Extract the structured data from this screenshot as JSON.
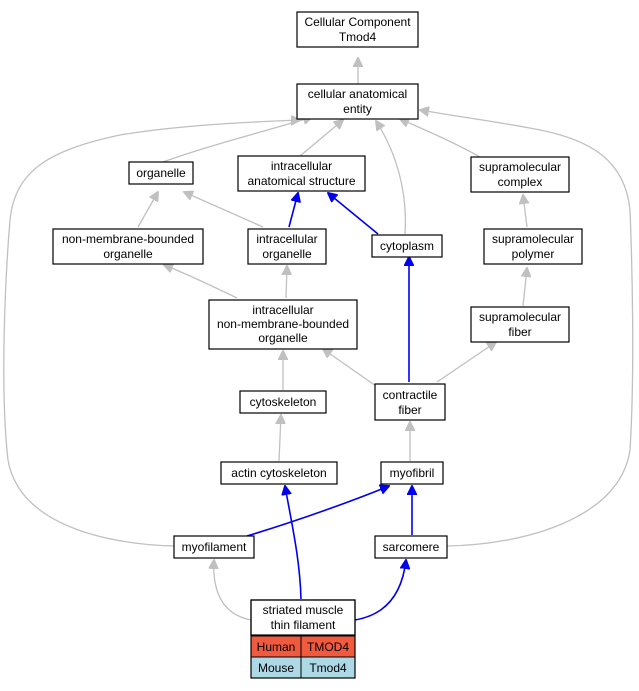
{
  "nodes": {
    "cc_tmod4": [
      "Cellular Component",
      "Tmod4"
    ],
    "cae": [
      "cellular anatomical",
      "entity"
    ],
    "organelle": [
      "organelle"
    ],
    "ias": [
      "intracellular",
      "anatomical structure"
    ],
    "smcomplex": [
      "supramolecular",
      "complex"
    ],
    "nmbo": [
      "non-membrane-bounded",
      "organelle"
    ],
    "io": [
      "intracellular",
      "organelle"
    ],
    "cytoplasm": [
      "cytoplasm"
    ],
    "smpolymer": [
      "supramolecular",
      "polymer"
    ],
    "inmbo": [
      "intracellular",
      "non-membrane-bounded",
      "organelle"
    ],
    "smfiber": [
      "supramolecular",
      "fiber"
    ],
    "cytoskeleton": [
      "cytoskeleton"
    ],
    "cfiber": [
      "contractile",
      "fiber"
    ],
    "actin": [
      "actin cytoskeleton"
    ],
    "myofibril": [
      "myofibril"
    ],
    "myofilament": [
      "myofilament"
    ],
    "sarcomere": [
      "sarcomere"
    ],
    "stf": [
      "striated muscle",
      "thin filament"
    ]
  },
  "orthologs": [
    {
      "species": "Human",
      "gene": "TMOD4",
      "color": "#f05a3f"
    },
    {
      "species": "Mouse",
      "gene": "Tmod4",
      "color": "#add8e6"
    }
  ],
  "edge_colors": {
    "is_a": "#c0c0c0",
    "part_of": "#0000ee"
  }
}
